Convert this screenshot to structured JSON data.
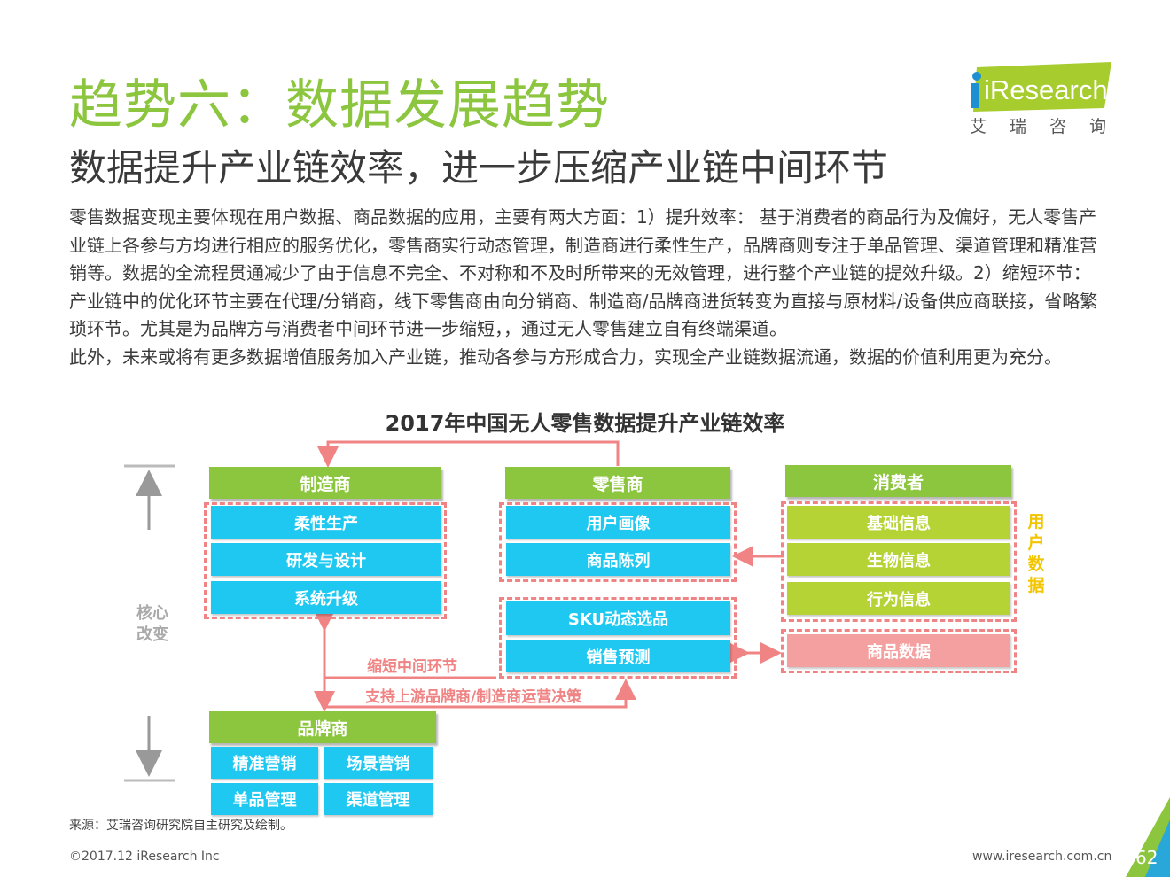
{
  "header": {
    "title": "趋势六：数据发展趋势",
    "subtitle": "数据提升产业链效率，进一步压缩产业链中间环节",
    "logo_brand": "iResearch",
    "logo_cn": "艾瑞咨询"
  },
  "body": {
    "paragraph1": "零售数据变现主要体现在用户数据、商品数据的应用，主要有两大方面：1）提升效率： 基于消费者的商品行为及偏好，无人零售产业链上各参与方均进行相应的服务优化，零售商实行动态管理，制造商进行柔性生产，品牌商则专注于单品管理、渠道管理和精准营销等。数据的全流程贯通减少了由于信息不完全、不对称和不及时所带来的无效管理，进行整个产业链的提效升级。2）缩短环节：产业链中的优化环节主要在代理/分销商，线下零售商由向分销商、制造商/品牌商进货转变为直接与原材料/设备供应商联接，省略繁琐环节。尤其是为品牌方与消费者中间环节进一步缩短，，通过无人零售建立自有终端渠道。",
    "paragraph2": "此外，未来或将有更多数据增值服务加入产业链，推动各参与方形成合力，实现全产业链数据流通，数据的价值利用更为充分。"
  },
  "diagram": {
    "title": "2017年中国无人零售数据提升产业链效率",
    "manufacturer": {
      "header": "制造商",
      "items": [
        "柔性生产",
        "研发与设计",
        "系统升级"
      ]
    },
    "retailer": {
      "header": "零售商",
      "group1": [
        "用户画像",
        "商品陈列"
      ],
      "group2": [
        "SKU动态选品",
        "销售预测"
      ]
    },
    "consumer": {
      "header": "消费者",
      "items": [
        "基础信息",
        "生物信息",
        "行为信息"
      ],
      "product_data": "商品数据",
      "user_data_label": "用户数据"
    },
    "brand": {
      "header": "品牌商",
      "items": [
        "精准营销",
        "场景营销",
        "单品管理",
        "渠道管理"
      ]
    },
    "core_change_label": "核心改变",
    "shorten_label": "缩短中间环节",
    "support_label": "支持上游品牌商/制造商运营决策",
    "colors": {
      "green": "#8cc63f",
      "lime": "#b5d334",
      "blue": "#1ec8f0",
      "pink": "#f4a0a0",
      "red_line": "#f08484",
      "yellow": "#f2c500"
    }
  },
  "footer": {
    "source": "来源：艾瑞咨询研究院自主研究及绘制。",
    "copyright": "©2017.12 iResearch Inc",
    "url": "www.iresearch.com.cn",
    "page": "62"
  }
}
